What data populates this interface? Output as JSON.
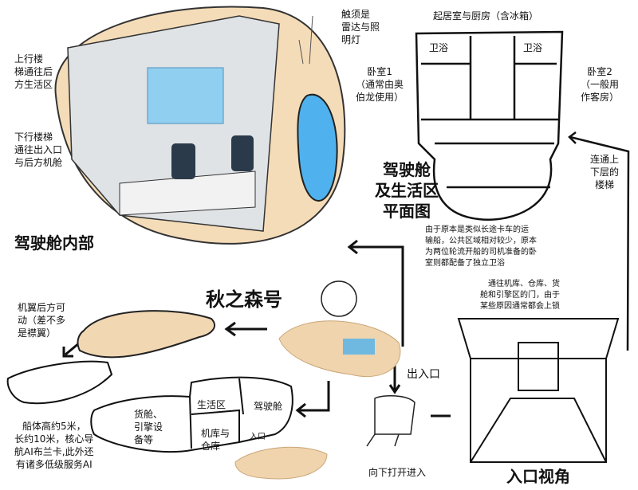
{
  "cockpit": {
    "title": "驾驶舱内部",
    "label_up_stairs": "上行楼\n梯通往后\n方生活区",
    "label_down_stairs": "下行楼梯\n通往出入口\n与后方机舱",
    "label_antenna": "触须是\n雷达与照\n明灯"
  },
  "floorplan": {
    "title": "驾驶舱\n及生活区\n平面图",
    "label_living": "起居室与厨房（含冰箱）",
    "bath_left": "卫浴",
    "bath_right": "卫浴",
    "bedroom1": "卧室1\n（通常由奥\n伯龙使用）",
    "bedroom2": "卧室2\n（一般用\n作客房）",
    "stairs_note": "连通上\n下层的\n楼梯",
    "note": "由于原本是类似长途卡车的运\n输船，公共区域相对较少，原本\n为两位轮流开船的司机准备的卧\n室则都配备了独立卫浴"
  },
  "ship": {
    "name": "秋之森号",
    "wing_note": "机翼后方可\n动（差不多\n是襟翼）",
    "size_note": "船体高约5米，\n长约10米，核心导\n航AI布兰卡,此外还\n有诸多低级服务AI",
    "sections": {
      "cargo": "货舱、\n引擎设\n备等",
      "living": "生活区",
      "cockpit": "驾驶舱",
      "hangar": "机库与\n仓库",
      "entrance": "入口"
    }
  },
  "entrance": {
    "label": "出入口",
    "open_note": "向下打开进入",
    "view_title": "入口视角",
    "door_note": "通往机库、仓库、货\n舱和引擎区的门，由于\n某些原因通常都会上锁"
  },
  "colors": {
    "hull": "#f5dcb8",
    "glass": "#5ab8f0",
    "ink": "#111111",
    "wing": "#e8c9a0"
  }
}
